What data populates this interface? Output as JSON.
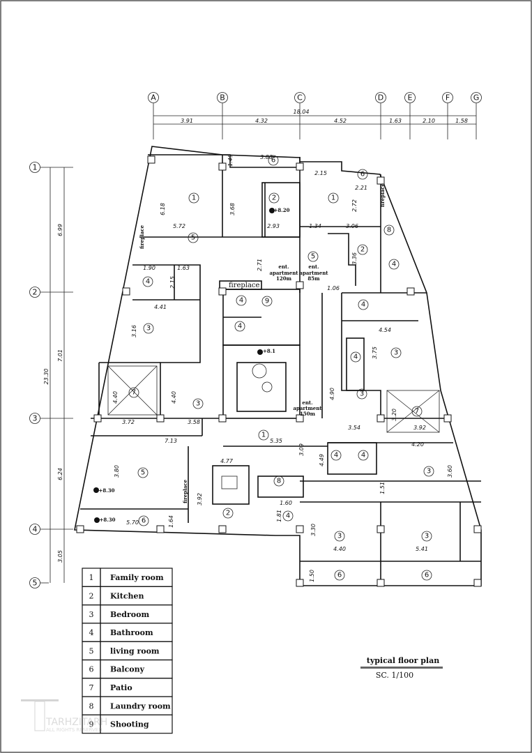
{
  "title": "typical floor plan",
  "scale": "SC. 1/100",
  "watermark": {
    "brand": "TARHZITARH",
    "rights": "ALL RIGHTS RESERVED"
  },
  "grid_columns": [
    "A",
    "B",
    "C",
    "D",
    "E",
    "F",
    "G"
  ],
  "grid_rows": [
    "1",
    "2",
    "3",
    "4",
    "5"
  ],
  "dims": [
    "18.04",
    "3.91",
    "4.32",
    "4.52",
    "1.63",
    "2.10",
    "1.58",
    "23.30",
    "6.99",
    "7.01",
    "6.24",
    "3.05",
    "3.88",
    "1.49",
    "6.18",
    "3.68",
    "5.72",
    "2.93",
    "1.34",
    "3.06",
    "2.15",
    "2.21",
    "2.72",
    "3.36",
    "2.71",
    "1.90",
    "1.63",
    "2.15",
    "4.41",
    "1.06",
    "3.16",
    "4.54",
    "3.75",
    "4.40",
    "4.40",
    "4.90",
    "3.72",
    "3.58",
    "3.54",
    "3.92",
    "3.20",
    "7.13",
    "5.35",
    "3.09",
    "4.49",
    "4.20",
    "3.80",
    "3.60",
    "4.77",
    "3.92",
    "1.51",
    "1.60",
    "1.81",
    "1.64",
    "5.70",
    "3.30",
    "4.40",
    "5.41",
    "1.50"
  ],
  "elevations": [
    "+8.20",
    "+8.1",
    "+8.30",
    "+8.30"
  ],
  "notes": {
    "ent": "ent.",
    "apartment": "apartment",
    "area_120": "120m",
    "area_85": "85m",
    "area_150": "150m",
    "fireplace": "fireplace"
  },
  "legend": [
    {
      "num": "1",
      "label": "Family room"
    },
    {
      "num": "2",
      "label": "Kitchen"
    },
    {
      "num": "3",
      "label": "Bedroom"
    },
    {
      "num": "4",
      "label": "Bathroom"
    },
    {
      "num": "5",
      "label": "living room"
    },
    {
      "num": "6",
      "label": "Balcony"
    },
    {
      "num": "7",
      "label": "Patio"
    },
    {
      "num": "8",
      "label": "Laundry room"
    },
    {
      "num": "9",
      "label": "Shooting"
    }
  ]
}
